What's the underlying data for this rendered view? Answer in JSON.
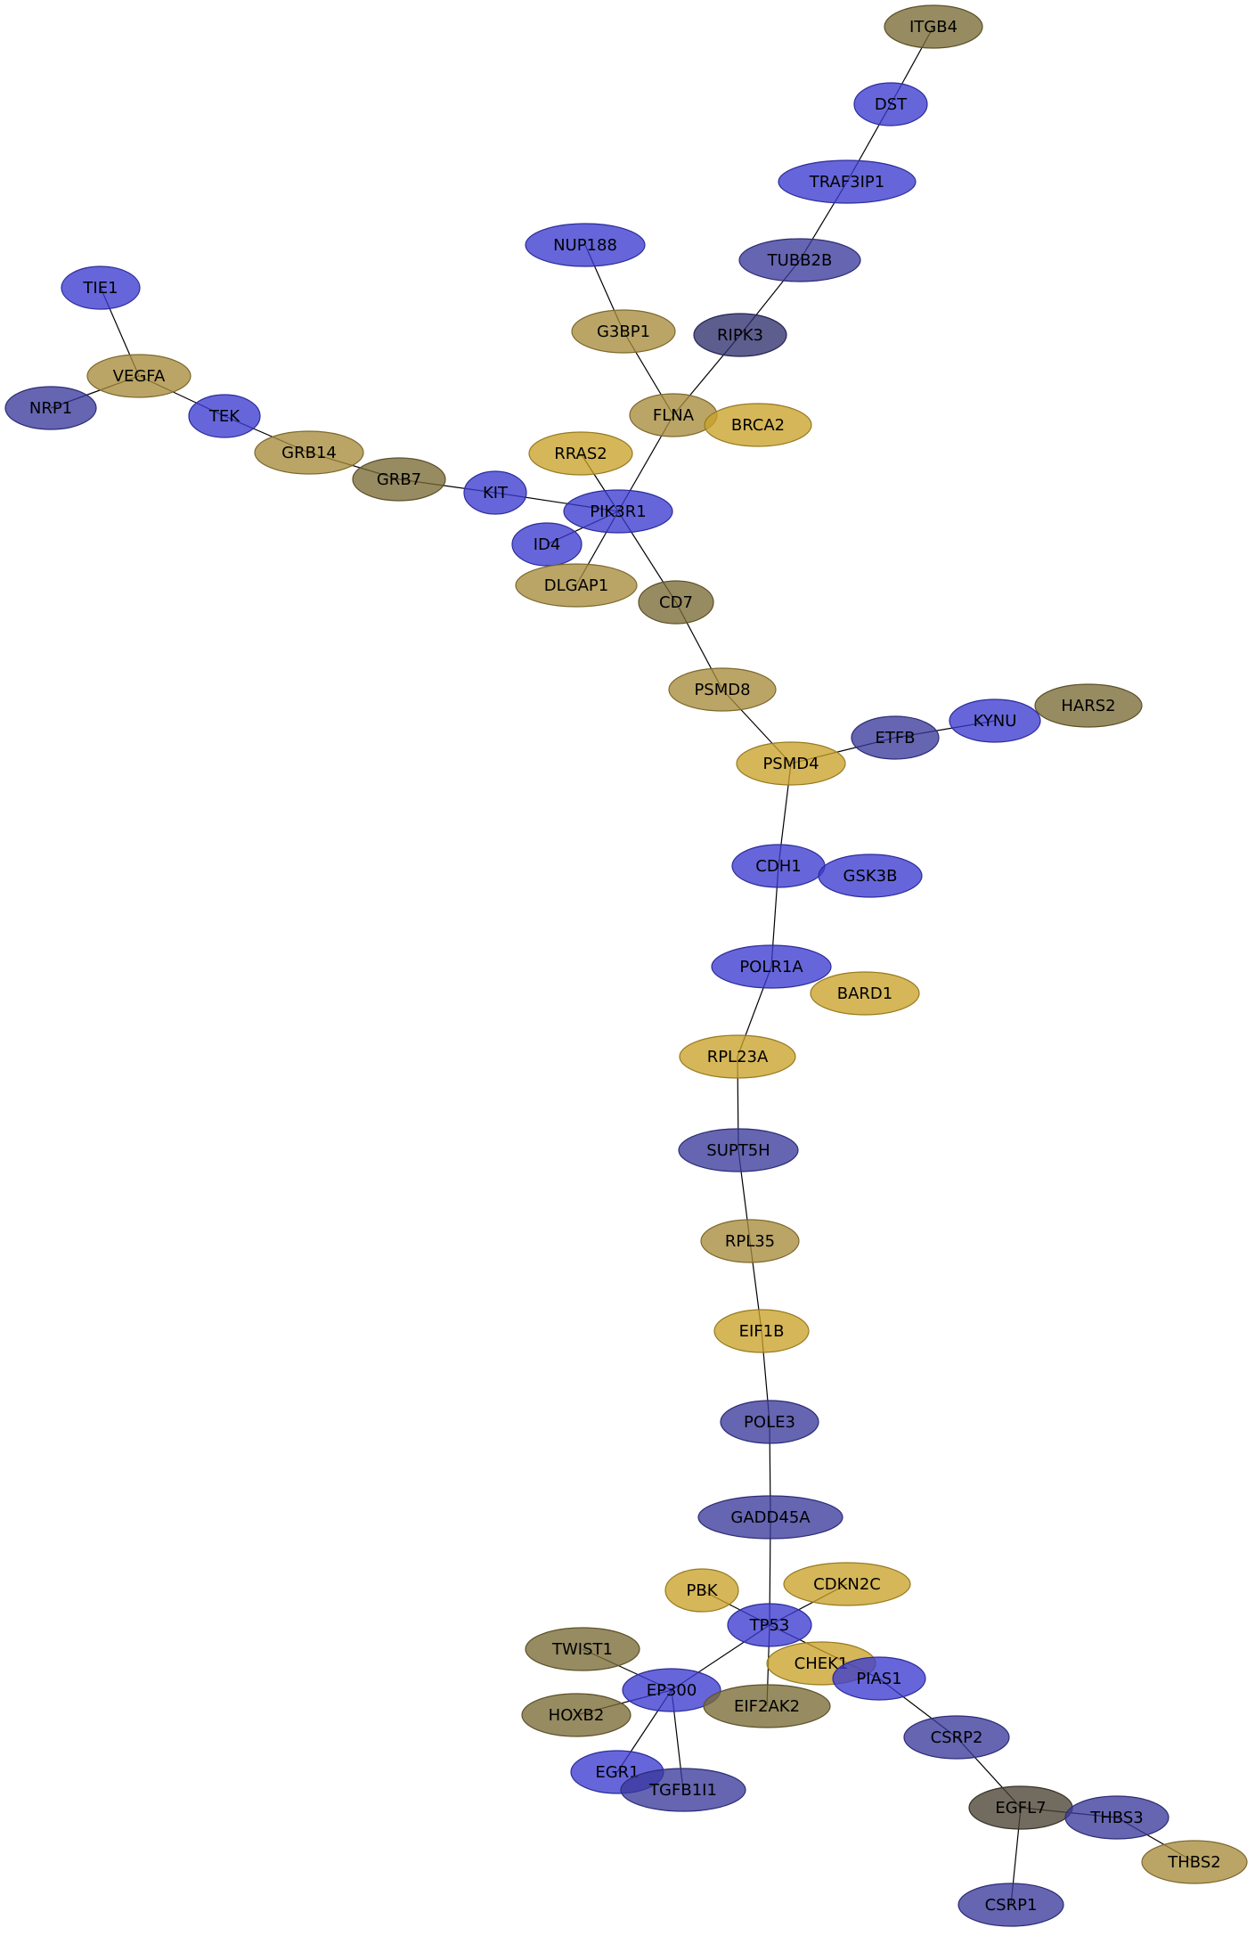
{
  "colors": {
    "blue": "#3b3bcf",
    "slate_blue": "#3a3a9c",
    "dark_slate": "#2f2f6e",
    "gold": "#c9a32a",
    "tan": "#a78c3c",
    "olive": "#7a6a36",
    "dark_olive": "#4a4333"
  },
  "nodes": [
    {
      "id": "ITGB4",
      "label": "ITGB4",
      "color": "olive"
    },
    {
      "id": "DST",
      "label": "DST",
      "color": "blue"
    },
    {
      "id": "TRAF3IP1",
      "label": "TRAF3IP1",
      "color": "blue"
    },
    {
      "id": "TUBB2B",
      "label": "TUBB2B",
      "color": "slate_blue"
    },
    {
      "id": "NUP188",
      "label": "NUP188",
      "color": "blue"
    },
    {
      "id": "TIE1",
      "label": "TIE1",
      "color": "blue"
    },
    {
      "id": "RIPK3",
      "label": "RIPK3",
      "color": "dark_slate"
    },
    {
      "id": "G3BP1",
      "label": "G3BP1",
      "color": "tan"
    },
    {
      "id": "VEGFA",
      "label": "VEGFA",
      "color": "tan"
    },
    {
      "id": "NRP1",
      "label": "NRP1",
      "color": "slate_blue"
    },
    {
      "id": "FLNA",
      "label": "FLNA",
      "color": "tan"
    },
    {
      "id": "BRCA2",
      "label": "BRCA2",
      "color": "gold"
    },
    {
      "id": "TEK",
      "label": "TEK",
      "color": "blue"
    },
    {
      "id": "GRB14",
      "label": "GRB14",
      "color": "tan"
    },
    {
      "id": "RRAS2",
      "label": "RRAS2",
      "color": "gold"
    },
    {
      "id": "GRB7",
      "label": "GRB7",
      "color": "olive"
    },
    {
      "id": "KIT",
      "label": "KIT",
      "color": "blue"
    },
    {
      "id": "PIK3R1",
      "label": "PIK3R1",
      "color": "blue"
    },
    {
      "id": "ID4",
      "label": "ID4",
      "color": "blue"
    },
    {
      "id": "DLGAP1",
      "label": "DLGAP1",
      "color": "tan"
    },
    {
      "id": "CD7",
      "label": "CD7",
      "color": "olive"
    },
    {
      "id": "PSMD8",
      "label": "PSMD8",
      "color": "tan"
    },
    {
      "id": "HARS2",
      "label": "HARS2",
      "color": "olive"
    },
    {
      "id": "KYNU",
      "label": "KYNU",
      "color": "blue"
    },
    {
      "id": "ETFB",
      "label": "ETFB",
      "color": "slate_blue"
    },
    {
      "id": "PSMD4",
      "label": "PSMD4",
      "color": "gold"
    },
    {
      "id": "CDH1",
      "label": "CDH1",
      "color": "blue"
    },
    {
      "id": "GSK3B",
      "label": "GSK3B",
      "color": "blue"
    },
    {
      "id": "POLR1A",
      "label": "POLR1A",
      "color": "blue"
    },
    {
      "id": "BARD1",
      "label": "BARD1",
      "color": "gold"
    },
    {
      "id": "RPL23A",
      "label": "RPL23A",
      "color": "gold"
    },
    {
      "id": "SUPT5H",
      "label": "SUPT5H",
      "color": "slate_blue"
    },
    {
      "id": "RPL35",
      "label": "RPL35",
      "color": "tan"
    },
    {
      "id": "EIF1B",
      "label": "EIF1B",
      "color": "gold"
    },
    {
      "id": "POLE3",
      "label": "POLE3",
      "color": "slate_blue"
    },
    {
      "id": "GADD45A",
      "label": "GADD45A",
      "color": "slate_blue"
    },
    {
      "id": "PBK",
      "label": "PBK",
      "color": "gold"
    },
    {
      "id": "CDKN2C",
      "label": "CDKN2C",
      "color": "gold"
    },
    {
      "id": "TP53",
      "label": "TP53",
      "color": "blue"
    },
    {
      "id": "TWIST1",
      "label": "TWIST1",
      "color": "olive"
    },
    {
      "id": "CHEK1",
      "label": "CHEK1",
      "color": "gold"
    },
    {
      "id": "EP300",
      "label": "EP300",
      "color": "blue"
    },
    {
      "id": "PIAS1",
      "label": "PIAS1",
      "color": "blue"
    },
    {
      "id": "EIF2AK2",
      "label": "EIF2AK2",
      "color": "olive"
    },
    {
      "id": "HOXB2",
      "label": "HOXB2",
      "color": "olive"
    },
    {
      "id": "CSRP2",
      "label": "CSRP2",
      "color": "slate_blue"
    },
    {
      "id": "EGR1",
      "label": "EGR1",
      "color": "blue"
    },
    {
      "id": "TGFB1I1",
      "label": "TGFB1I1",
      "color": "slate_blue"
    },
    {
      "id": "EGFL7",
      "label": "EGFL7",
      "color": "dark_olive"
    },
    {
      "id": "THBS3",
      "label": "THBS3",
      "color": "slate_blue"
    },
    {
      "id": "THBS2",
      "label": "THBS2",
      "color": "tan"
    },
    {
      "id": "CSRP1",
      "label": "CSRP1",
      "color": "slate_blue"
    }
  ],
  "edges": [
    [
      "ITGB4",
      "DST"
    ],
    [
      "DST",
      "TRAF3IP1"
    ],
    [
      "TRAF3IP1",
      "TUBB2B"
    ],
    [
      "TUBB2B",
      "RIPK3"
    ],
    [
      "RIPK3",
      "FLNA"
    ],
    [
      "NUP188",
      "G3BP1"
    ],
    [
      "G3BP1",
      "FLNA"
    ],
    [
      "FLNA",
      "PIK3R1"
    ],
    [
      "TIE1",
      "VEGFA"
    ],
    [
      "VEGFA",
      "NRP1"
    ],
    [
      "VEGFA",
      "TEK"
    ],
    [
      "TEK",
      "GRB14"
    ],
    [
      "GRB14",
      "GRB7"
    ],
    [
      "GRB7",
      "KIT"
    ],
    [
      "KIT",
      "PIK3R1"
    ],
    [
      "RRAS2",
      "PIK3R1"
    ],
    [
      "PIK3R1",
      "ID4"
    ],
    [
      "PIK3R1",
      "DLGAP1"
    ],
    [
      "PIK3R1",
      "CD7"
    ],
    [
      "CD7",
      "PSMD8"
    ],
    [
      "PSMD8",
      "PSMD4"
    ],
    [
      "PSMD4",
      "ETFB"
    ],
    [
      "ETFB",
      "KYNU"
    ],
    [
      "PSMD4",
      "CDH1"
    ],
    [
      "CDH1",
      "POLR1A"
    ],
    [
      "POLR1A",
      "RPL23A"
    ],
    [
      "RPL23A",
      "SUPT5H"
    ],
    [
      "SUPT5H",
      "RPL35"
    ],
    [
      "RPL35",
      "EIF1B"
    ],
    [
      "EIF1B",
      "POLE3"
    ],
    [
      "POLE3",
      "GADD45A"
    ],
    [
      "GADD45A",
      "TP53"
    ],
    [
      "PBK",
      "TP53"
    ],
    [
      "CDKN2C",
      "TP53"
    ],
    [
      "TP53",
      "EP300"
    ],
    [
      "TP53",
      "EIF2AK2"
    ],
    [
      "TP53",
      "PIAS1"
    ],
    [
      "TWIST1",
      "EP300"
    ],
    [
      "HOXB2",
      "EP300"
    ],
    [
      "EP300",
      "EGR1"
    ],
    [
      "EP300",
      "TGFB1I1"
    ],
    [
      "PIAS1",
      "CSRP2"
    ],
    [
      "CSRP2",
      "EGFL7"
    ],
    [
      "EGFL7",
      "THBS3"
    ],
    [
      "THBS3",
      "THBS2"
    ],
    [
      "EGFL7",
      "CSRP1"
    ]
  ]
}
